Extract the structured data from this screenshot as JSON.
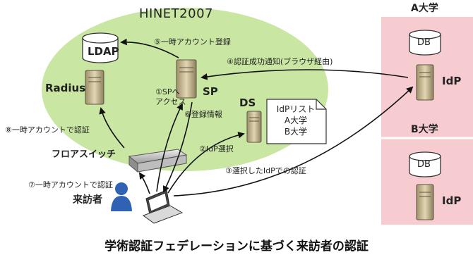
{
  "network_name": "HINET2007",
  "nodes": {
    "ldap": "LDAP",
    "radius": "Radius",
    "sp": "SP",
    "ds": "DS",
    "idp_list_title": "IdPリスト",
    "idp_list_a": "A大学",
    "idp_list_b": "B大学",
    "switch": "フロアスイッチ",
    "visitor": "来訪者",
    "univ_a": "A大学",
    "univ_b": "B大学",
    "db": "DB",
    "idp": "IdP"
  },
  "steps": {
    "s1_line1": "①SPへ",
    "s1_line2": "アクセス",
    "s2": "②IdP選択",
    "s3": "③選択したIdPでの認証",
    "s4": "④認証成功通知(ブラウザ経由)",
    "s5": "⑤一時アカウント登録",
    "s6": "⑥登録情報",
    "s7": "⑦一時アカウントで認証",
    "s8": "⑧一時アカウントで認証"
  },
  "caption": "学術認証フェデレーションに基づく来訪者の認証",
  "colors": {
    "network_fill": "#c9e7a3",
    "university_fill": "#f6ccd1",
    "arrow": "#111111",
    "server": "#c8b98f"
  }
}
